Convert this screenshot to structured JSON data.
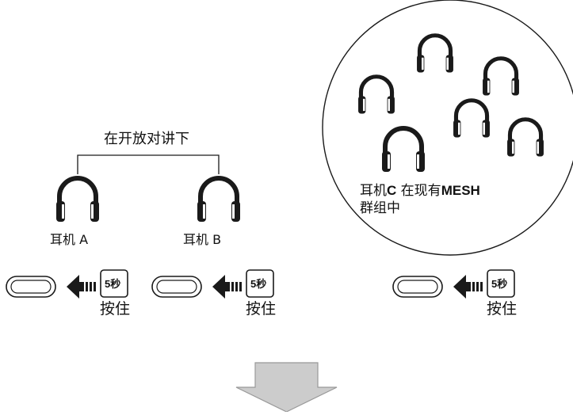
{
  "top_label": "在开放对讲下",
  "headset_a": "耳机 A",
  "headset_b": "耳机 B",
  "headset_c_prefix": "耳机",
  "headset_c_bold": "C",
  "headset_c_mid": " 在现有",
  "headset_c_mesh": "MESH",
  "headset_c_line2": "群组中",
  "press_key": "5秒",
  "press_hold": "按住",
  "colors": {
    "stroke": "#1a1a1a",
    "arrow_fill": "#cccccc",
    "arrow_stroke": "#999999"
  }
}
